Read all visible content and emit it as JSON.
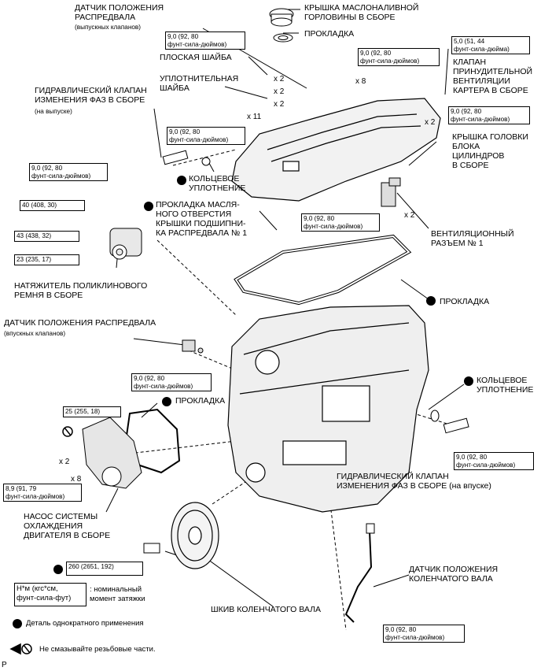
{
  "labels": {
    "sensor_exhaust": "ДАТЧИК ПОЛОЖЕНИЯ\nРАСПРЕДВАЛА",
    "sensor_exhaust_sub": "(выпускных клапанов)",
    "oil_cap": "КРЫШКА МАСЛОНАЛИВНОЙ\nГОРЛОВИНЫ В СБОРЕ",
    "gasket_top": "ПРОКЛАДКА",
    "flat_washer": "ПЛОСКАЯ ШАЙБА",
    "seal_washer": "УПЛОТНИТЕЛЬНАЯ\nШАЙБА",
    "pcv_valve": "КЛАПАН\nПРИНУДИТЕЛЬНОЙ\nВЕНТИЛЯЦИИ\nКАРТЕРА В СБОРЕ",
    "ocv_exhaust": "ГИДРАВЛИЧЕСКИЙ КЛАПАН\nИЗМЕНЕНИЯ ФАЗ В СБОРЕ",
    "ocv_exhaust_sub": "(на выпуске)",
    "head_cover": "КРЫШКА ГОЛОВКИ\nБЛОКА\nЦИЛИНДРОВ\nВ СБОРЕ",
    "o_ring_top": "КОЛЬЦЕВОЕ\nУПЛОТНЕНИЕ",
    "oil_hole_gasket": "ПРОКЛАДКА МАСЛЯ-\nНОГО ОТВЕРСТИЯ\nКРЫШКИ ПОДШИПНИ-\nКА РАСПРЕДВАЛА № 1",
    "vent_connector": "ВЕНТИЛЯЦИОННЫЙ\nРАЗЪЕМ № 1",
    "belt_tensioner": "НАТЯЖИТЕЛЬ ПОЛИКЛИНОВОГО\nРЕМНЯ В СБОРЕ",
    "gasket_cover": "ПРОКЛАДКА",
    "sensor_intake": "ДАТЧИК ПОЛОЖЕНИЯ РАСПРЕДВАЛА",
    "sensor_intake_sub": "(впускных клапанов)",
    "o_ring_right": "КОЛЬЦЕВОЕ\nУПЛОТНЕНИЕ",
    "gasket_pump": "ПРОКЛАДКА",
    "ocv_intake": "ГИДРАВЛИЧЕСКИЙ КЛАПАН\nИЗМЕНЕНИЯ ФАЗ В СБОРЕ (на впуске)",
    "water_pump": "НАСОС СИСТЕМЫ\nОХЛАЖДЕНИЯ\nДВИГАТЕЛЯ В СБОРЕ",
    "crank_sensor": "ДАТЧИК ПОЛОЖЕНИЯ\nКОЛЕНЧАТОГО ВАЛА",
    "crank_pulley": "ШКИВ КОЛЕНЧАТОГО ВАЛА"
  },
  "torques": {
    "t_sensor_ex": "9,0 (92, 80\nфунт-сила-дюймов)",
    "t_cover_bolts": "9,0 (92, 80\nфунт-сила-дюймов)",
    "t_pcv": "5,0 (51, 44\nфунт-сила-дюйма)",
    "t_cover_right": "9,0 (92, 80\nфунт-сила-дюймов)",
    "t_ocv_ex_stud": "9,0 (92, 80\nфунт-сила-дюймов)",
    "t_ocv_ex": "9,0 (92, 80\nфунт-сила-дюймов)",
    "t_vent": "9,0 (92, 80\nфунт-сила-дюймов)",
    "t_tens_1": "40 (408, 30)",
    "t_tens_2": "43 (438, 32)",
    "t_tens_3": "23 (235, 17)",
    "t_sensor_in": "9,0 (92, 80\nфунт-сила-дюймов)",
    "t_pump_25": "25 (255, 18)",
    "t_pump_89": "8,9 (91, 79\nфунт-сила-дюймов)",
    "t_ocv_in": "9,0 (92, 80\nфунт-сила-дюймов)",
    "t_pulley": "260 (2651, 192)",
    "t_crank": "9,0 (92, 80\nфунт-сила-дюймов)"
  },
  "quantities": {
    "q1": "x 2",
    "q2": "x 2",
    "q3": "x 2",
    "q4": "x 8",
    "q5": "x 11",
    "q6": "x 2",
    "q7": "x 2",
    "q8": "x 2",
    "q9": "x 8"
  },
  "legend": {
    "units_box": "Н*м (кгс*см,\nфунт-сила-фут)",
    "units_text": ": номинальный\nмомент затяжки",
    "single_use": "Деталь однократного применения",
    "no_lube": "Не смазывайте резьбовые части.",
    "page_letter": "P"
  },
  "colors": {
    "ink": "#000000",
    "background": "#ffffff"
  }
}
